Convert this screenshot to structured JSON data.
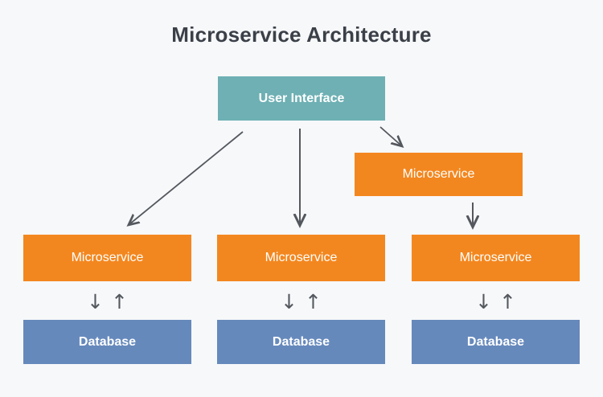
{
  "page": {
    "title": "Microservice Architecture",
    "background_color": "#f7f8fa",
    "title_color": "#3b4048"
  },
  "colors": {
    "ui_box": "#6eb0b4",
    "service_box": "#f3871f",
    "database_box": "#6689bc",
    "arrow": "#54585e",
    "box_text": "#ffffff"
  },
  "nodes": {
    "ui": {
      "label": "User Interface",
      "type": "user-interface"
    },
    "service_top_right": {
      "label": "Microservice",
      "type": "microservice"
    },
    "service_left": {
      "label": "Microservice",
      "type": "microservice"
    },
    "service_center": {
      "label": "Microservice",
      "type": "microservice"
    },
    "service_right": {
      "label": "Microservice",
      "type": "microservice"
    },
    "database_left": {
      "label": "Database",
      "type": "database"
    },
    "database_center": {
      "label": "Database",
      "type": "database"
    },
    "database_right": {
      "label": "Database",
      "type": "database"
    }
  },
  "connectors": {
    "down_glyph": "↓",
    "up_glyph": "↑",
    "bidirectional_pairs": [
      {
        "from": "service_left",
        "to": "database_left"
      },
      {
        "from": "service_center",
        "to": "database_center"
      },
      {
        "from": "service_right",
        "to": "database_right"
      }
    ],
    "directed": [
      {
        "from": "ui",
        "to": "service_left",
        "style": "diagonal-down-left"
      },
      {
        "from": "ui",
        "to": "service_center",
        "style": "vertical-down"
      },
      {
        "from": "ui",
        "to": "service_top_right",
        "style": "diagonal-down-right"
      },
      {
        "from": "service_top_right",
        "to": "service_right",
        "style": "vertical-down"
      }
    ]
  }
}
